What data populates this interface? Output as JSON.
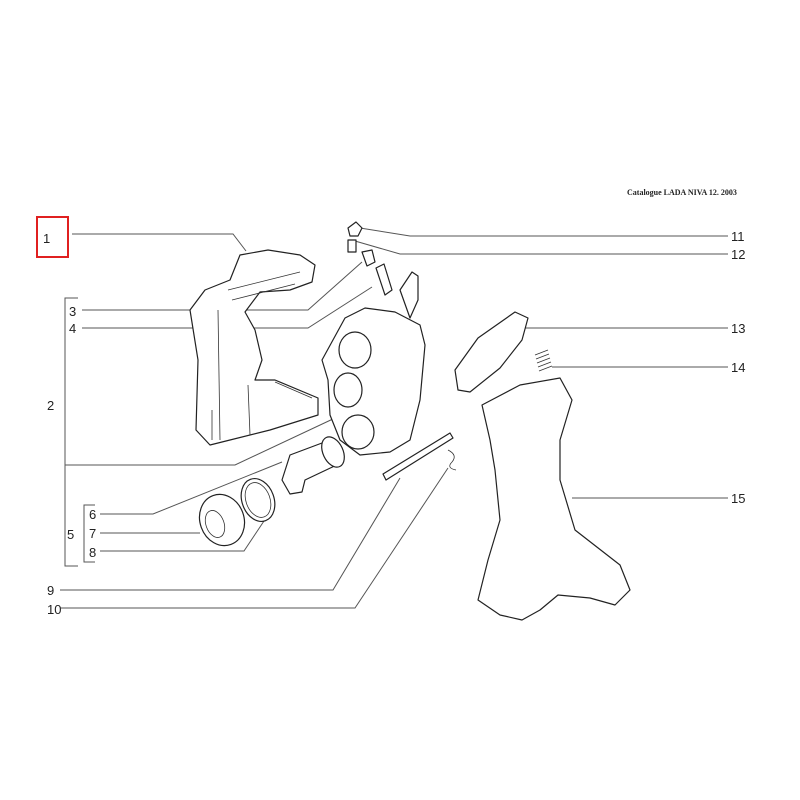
{
  "header": {
    "catalogue": "Catalogue LADA NIVA 12. 2003"
  },
  "highlight": {
    "color": "#e02020",
    "selected_label": "1"
  },
  "callouts": [
    "1",
    "2",
    "3",
    "4",
    "5",
    "6",
    "7",
    "8",
    "9",
    "10",
    "11",
    "12",
    "13",
    "14",
    "15"
  ]
}
